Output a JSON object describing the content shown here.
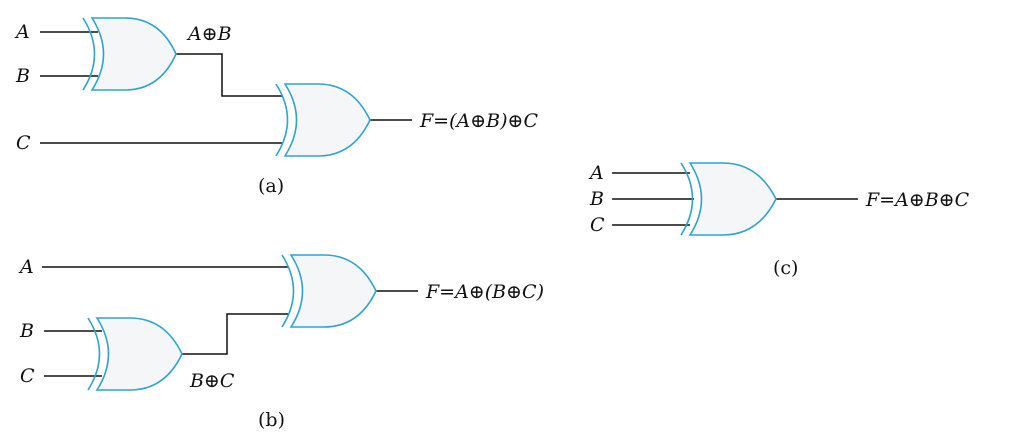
{
  "diagram_a": {
    "caption": "(a)",
    "inputs": [
      "A",
      "B",
      "C"
    ],
    "intermediate": "A⊕B",
    "output": "F=(A⊕B)⊕C"
  },
  "diagram_b": {
    "caption": "(b)",
    "inputs": [
      "A",
      "B",
      "C"
    ],
    "intermediate": "B⊕C",
    "output": "F=A⊕(B⊕C)"
  },
  "diagram_c": {
    "caption": "(c)",
    "inputs": [
      "A",
      "B",
      "C"
    ],
    "output": "F=A⊕B⊕C"
  },
  "colors": {
    "gate_outline": "#2ea3d1",
    "gate_fill": "#f4f6f8",
    "wire": "#111111"
  }
}
